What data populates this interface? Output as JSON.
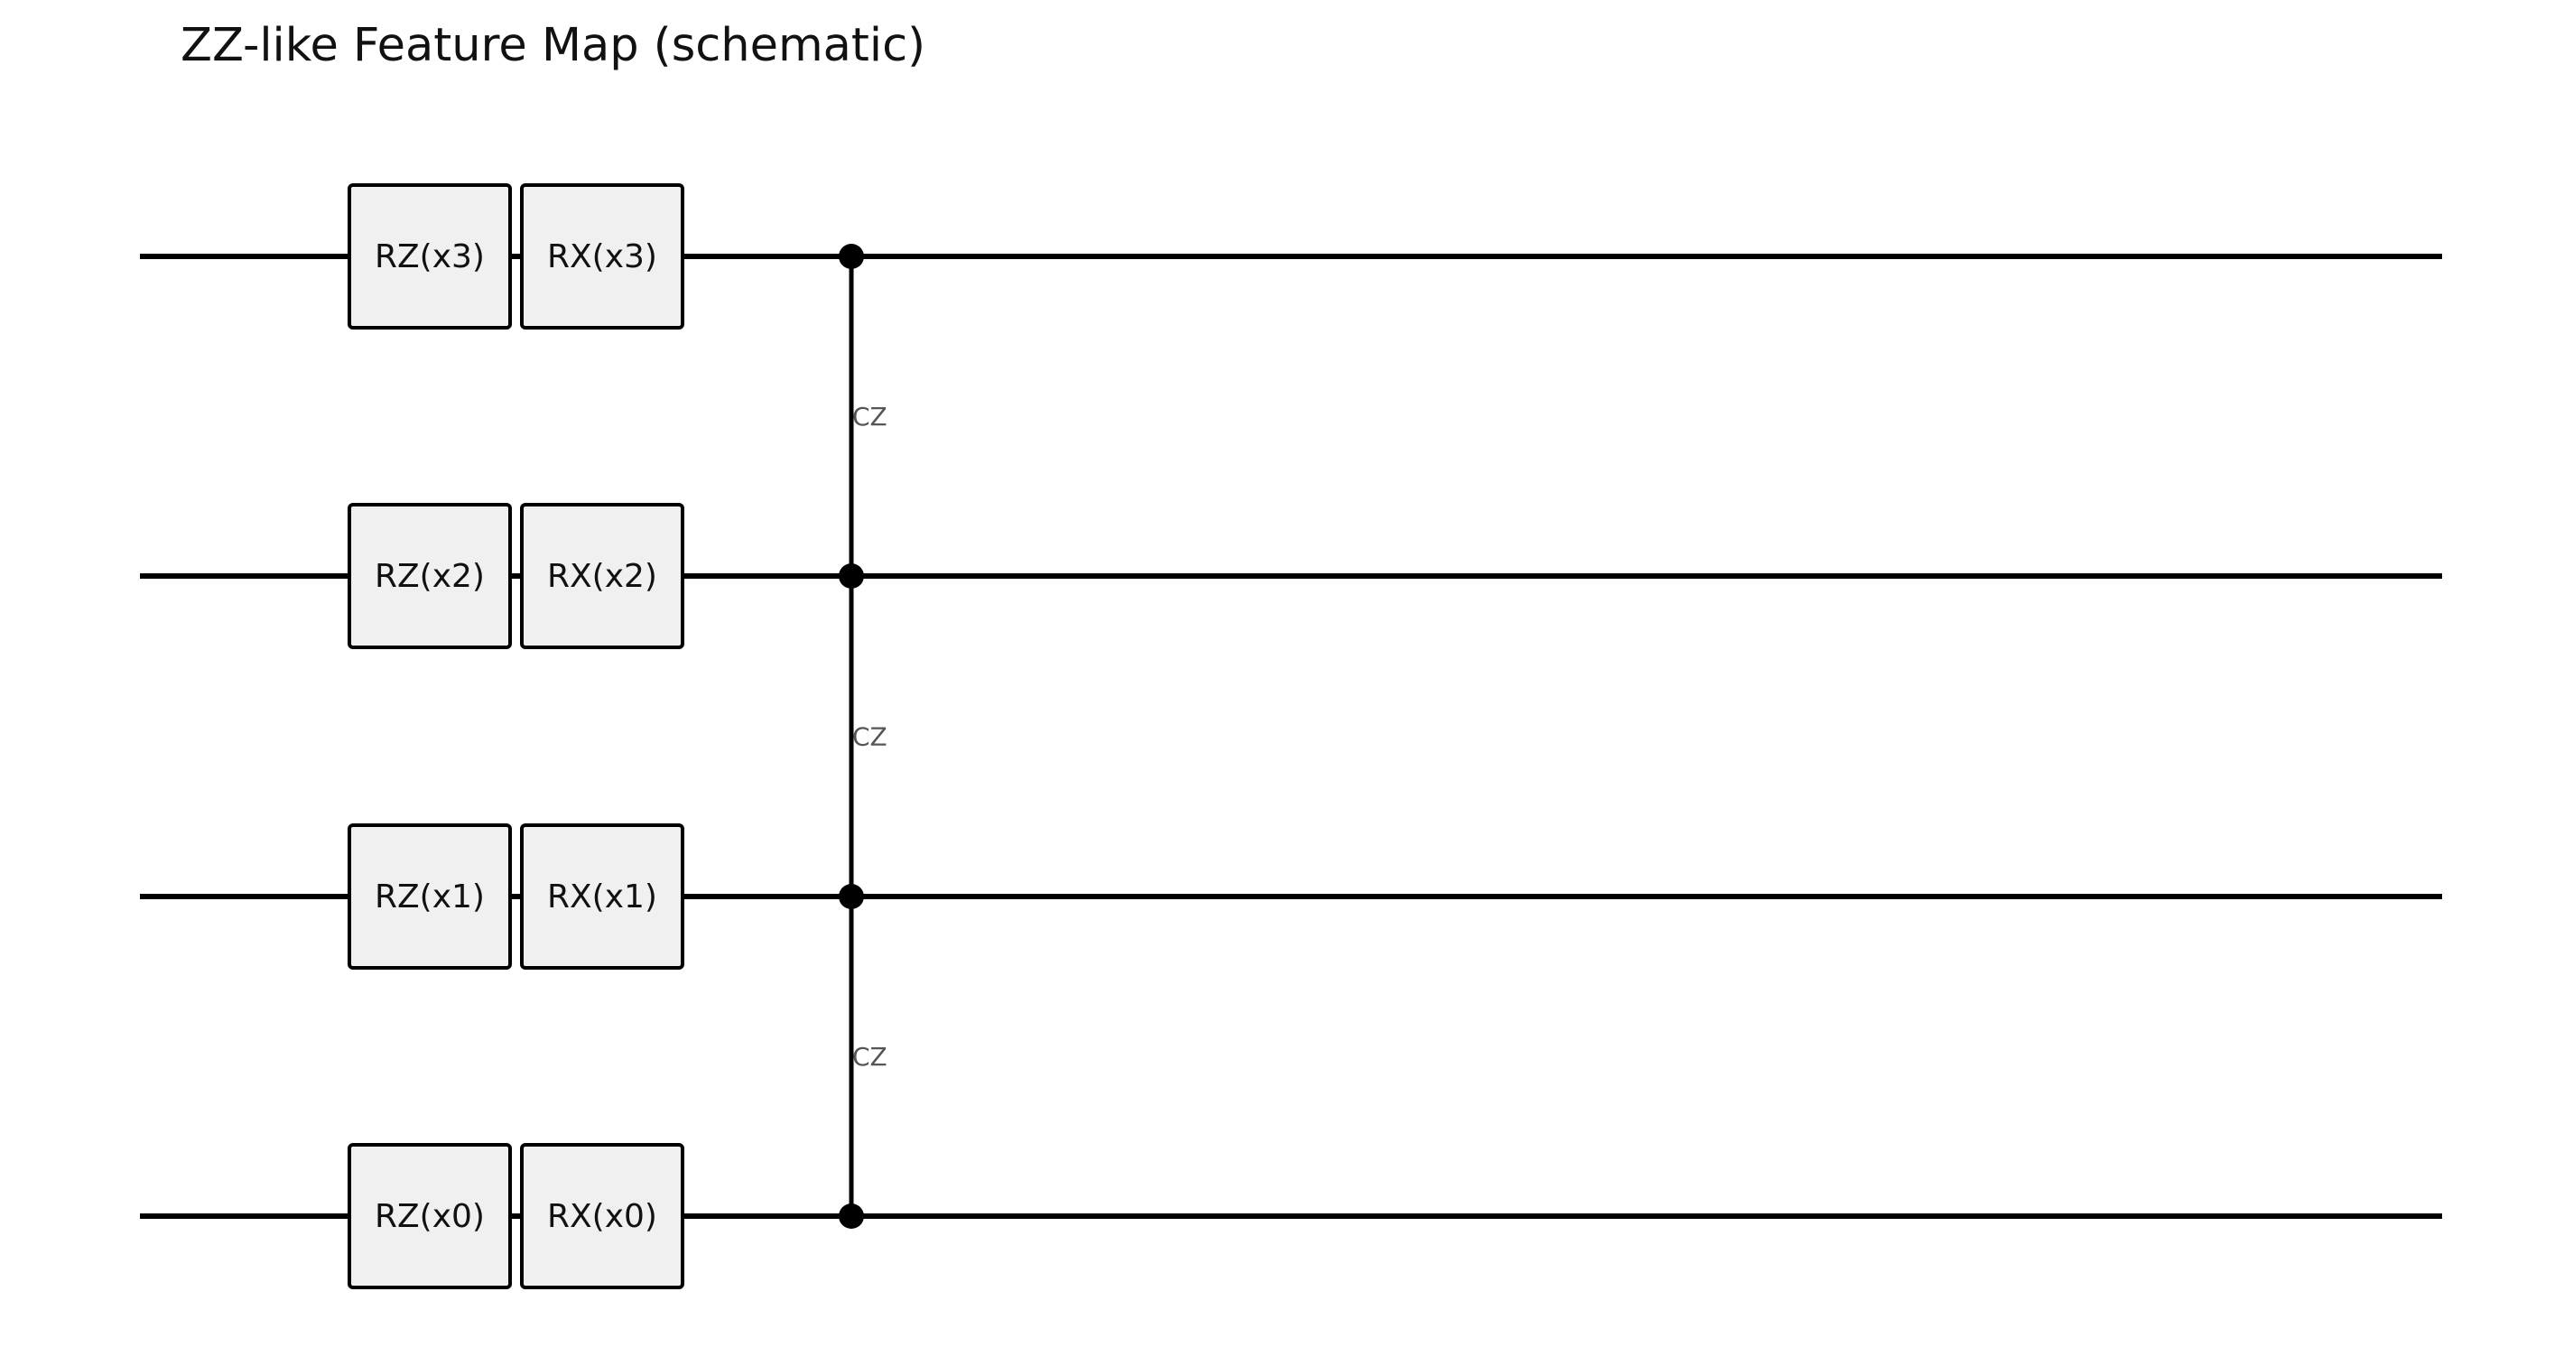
{
  "title": "ZZ-like Feature Map (schematic)",
  "colors": {
    "wire": "#000000",
    "gate_fill": "#f0f0f0",
    "gate_stroke": "#000000",
    "control_dot": "#000000",
    "cz_label": "#555555"
  },
  "qubits": [
    {
      "gates": [
        "RZ(x3)",
        "RX(x3)"
      ]
    },
    {
      "gates": [
        "RZ(x2)",
        "RX(x2)"
      ]
    },
    {
      "gates": [
        "RZ(x1)",
        "RX(x1)"
      ]
    },
    {
      "gates": [
        "RZ(x0)",
        "RX(x0)"
      ]
    }
  ],
  "entanglers": [
    {
      "label": "CZ",
      "from_qubit": 0,
      "to_qubit": 1
    },
    {
      "label": "CZ",
      "from_qubit": 1,
      "to_qubit": 2
    },
    {
      "label": "CZ",
      "from_qubit": 2,
      "to_qubit": 3
    }
  ]
}
